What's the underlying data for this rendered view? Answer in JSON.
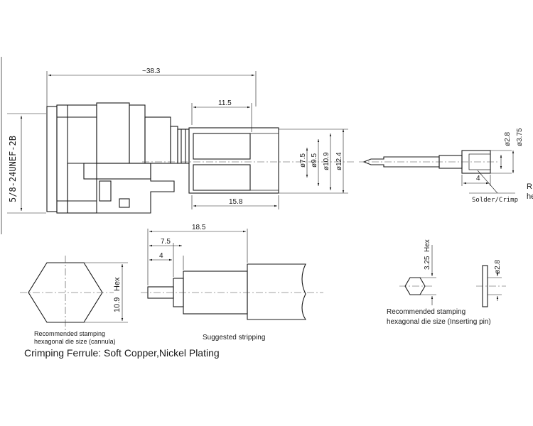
{
  "dimensions": {
    "overall_length": "~38.3",
    "ferrule_length": "11.5",
    "ferrule_end_length": "15.8",
    "dia_7_5": "ø7.5",
    "dia_9_5": "ø9.5",
    "dia_10_9": "ø10.9",
    "dia_12_4": "ø12.4",
    "thread": "5/8-24UNEF-2B",
    "pin_dia_2_8": "ø2.8",
    "pin_dia_3_75": "ø3.75",
    "pin_length_4": "4",
    "strip_18_5": "18.5",
    "strip_7_5": "7.5",
    "strip_4": "4",
    "hex_10_9": "10.9",
    "hex_label": "Hex",
    "small_hex_3_25": "3.25",
    "small_hex_label": "Hex",
    "small_pin_dia": "ø2.8"
  },
  "labels": {
    "solder_crimp": "Solder/Crimp",
    "cut_right_1": "R",
    "cut_right_2": "he",
    "stamp_cannula_1": "Recommended stamping",
    "stamp_cannula_2": "hexagonal die size (cannula)",
    "suggested_stripping": "Suggested stripping",
    "stamp_pin_1": "Recommended stamping",
    "stamp_pin_2": "hexagonal die size (Inserting pin)",
    "crimping_ferrule": "Crimping Ferrule: Soft Copper,Nickel Plating"
  }
}
